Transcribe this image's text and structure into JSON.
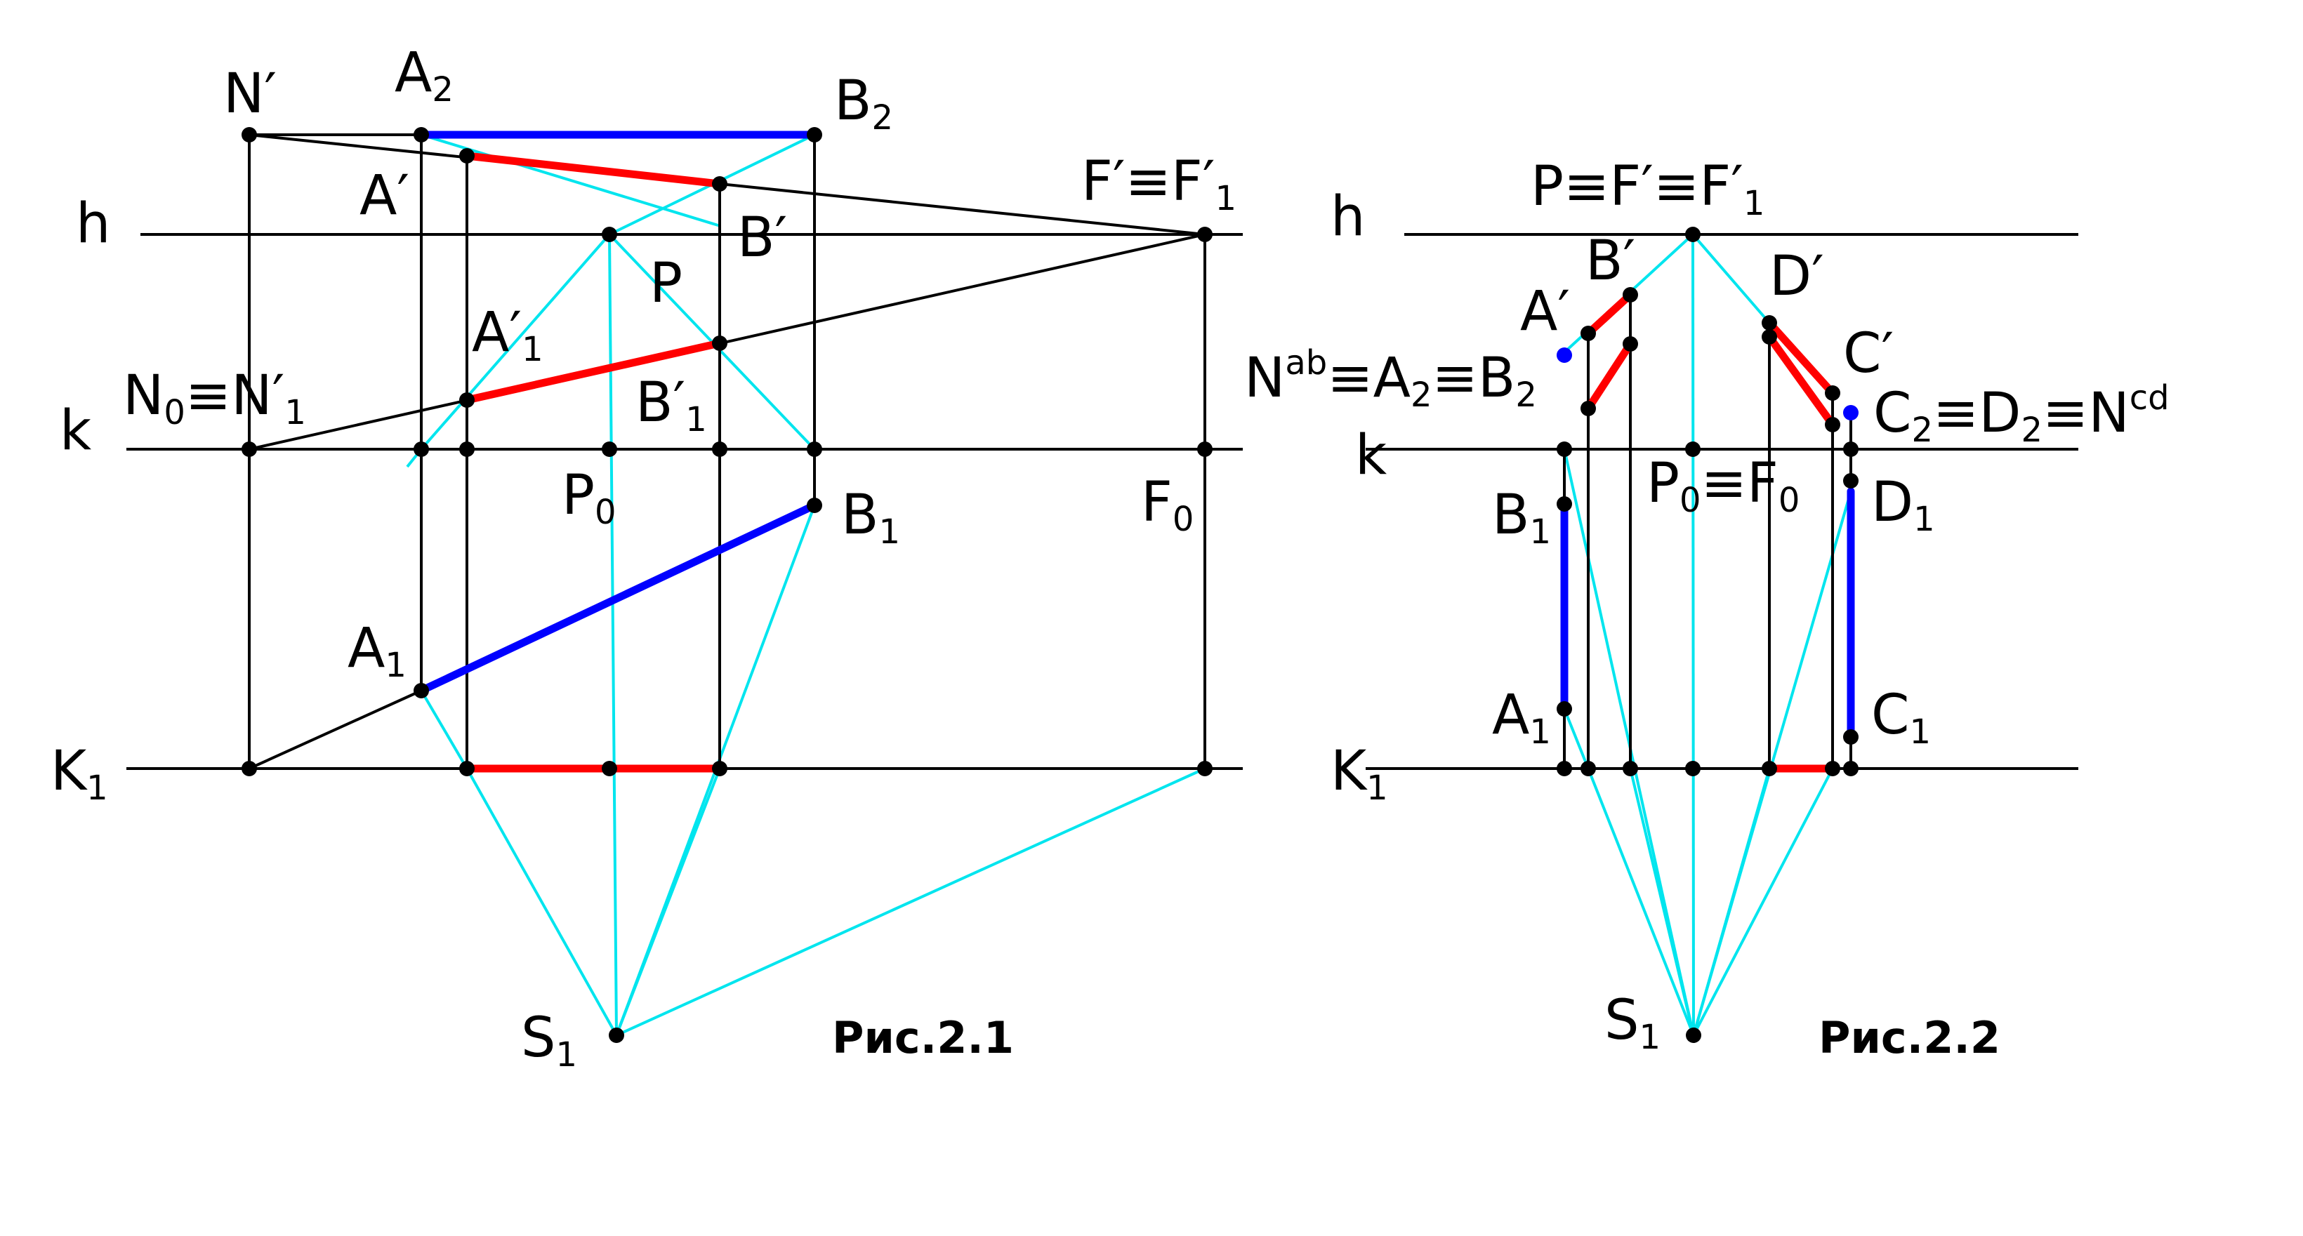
{
  "colors": {
    "construction": "#000000",
    "projector": "#00e5ee",
    "segment_red": "#ff0000",
    "segment_blue": "#0000ff"
  },
  "fig1": {
    "caption": "Рис.2.1",
    "line_labels": {
      "h": "h",
      "k": "k",
      "K1": "K",
      "K1_sub": "1"
    },
    "points": {
      "N_prime": {
        "main": "N",
        "mark": "′"
      },
      "A2": {
        "main": "A",
        "sub": "2"
      },
      "B2": {
        "main": "B",
        "sub": "2"
      },
      "A_prime": {
        "main": "A",
        "mark": "′"
      },
      "B_prime": {
        "main": "B",
        "mark": "′"
      },
      "F": {
        "text": "F′≡F′",
        "sub": "1"
      },
      "P": {
        "main": "P"
      },
      "A1_prime": {
        "main": "A",
        "mark": "′",
        "sub": "1"
      },
      "N0": {
        "text": "N",
        "sub": "0",
        "eq": "≡N′",
        "sub2": "1"
      },
      "B1_prime": {
        "main": "B",
        "mark": "′",
        "sub": "1"
      },
      "P0": {
        "main": "P",
        "sub": "0"
      },
      "B1": {
        "main": "B",
        "sub": "1"
      },
      "F0": {
        "main": "F",
        "sub": "0"
      },
      "A1": {
        "main": "A",
        "sub": "1"
      },
      "S1": {
        "main": "S",
        "sub": "1"
      }
    }
  },
  "fig2": {
    "caption": "Рис.2.2",
    "line_labels": {
      "h": "h",
      "k": "k",
      "K1": "K",
      "K1_sub": "1"
    },
    "points": {
      "P": {
        "text": "P≡F′≡F′",
        "sub": "1"
      },
      "A_prime": {
        "main": "A",
        "mark": "′"
      },
      "B_prime": {
        "main": "B",
        "mark": "′"
      },
      "D_prime": {
        "main": "D",
        "mark": "′"
      },
      "C_prime": {
        "main": "C",
        "mark": "′"
      },
      "Nab": {
        "text": "N",
        "sup": "ab",
        "rest": "≡A",
        "sub": "2",
        "rest2": "≡B",
        "sub2": "2"
      },
      "C2": {
        "text": "C",
        "sub": "2",
        "rest": "≡D",
        "sub2": "2",
        "rest2": "≡N",
        "sup": "cd"
      },
      "P0": {
        "text": "P",
        "sub": "0",
        "rest": "≡F",
        "sub2": "0"
      },
      "B1": {
        "main": "B",
        "sub": "1"
      },
      "D1": {
        "main": "D",
        "sub": "1"
      },
      "A1": {
        "main": "A",
        "sub": "1"
      },
      "C1": {
        "main": "C",
        "sub": "1"
      },
      "S1": {
        "main": "S",
        "sub": "1"
      }
    }
  }
}
